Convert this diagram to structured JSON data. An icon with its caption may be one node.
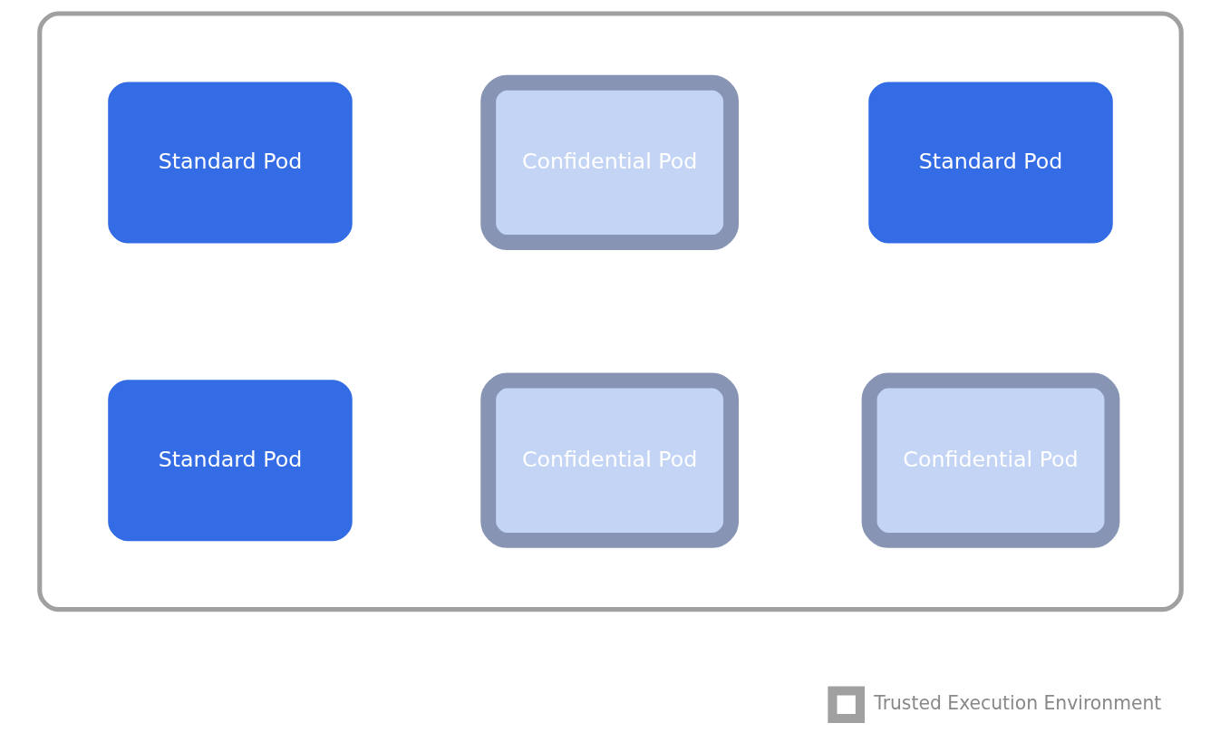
{
  "diagram": {
    "nodes": [
      {
        "text": [],
        "shape": "box"
      },
      {
        "text": [
          "Standard Pod"
        ],
        "in": 0
      },
      {
        "text": [
          "Confidential Pod"
        ],
        "in": 0
      },
      {
        "text": [
          "Standard Pod"
        ],
        "in": 0
      },
      {
        "text": [
          "Standard Pod"
        ],
        "in": 0
      },
      {
        "text": [
          "Confidential Pod"
        ],
        "in": 0
      },
      {
        "text": [
          "Confidential Pod"
        ],
        "in": 0
      }
    ],
    "edges": [],
    "legend": [
      {
        "text": "Trusted Execution Environment"
      }
    ]
  }
}
